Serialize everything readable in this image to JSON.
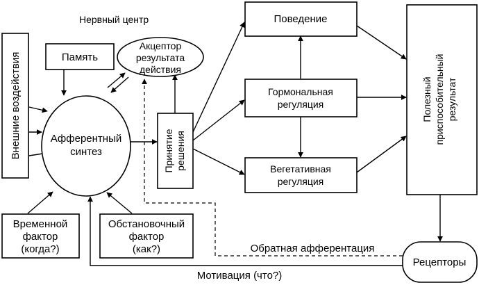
{
  "diagram": {
    "nerve_center": "Нервный центр",
    "external_influences": "Внешние воздействия",
    "memory": "Память",
    "acceptor": [
      "Акцептор",
      "результата",
      "действия"
    ],
    "afferent_synthesis": [
      "Афферентный",
      "синтез"
    ],
    "decision": [
      "Принятие",
      "решения"
    ],
    "behavior": "Поведение",
    "hormonal": [
      "Гормональная",
      "регуляция"
    ],
    "vegetative": [
      "Вегетативная",
      "регуляция"
    ],
    "result": [
      "Полезный",
      "приспособительный",
      "результат"
    ],
    "time_factor": [
      "Временной",
      "фактор",
      "(когда?)"
    ],
    "situational_factor": [
      "Обстановочный",
      "фактор",
      "(как?)"
    ],
    "feedback": "Обратная афферентация",
    "receptors": "Рецепторы",
    "motivation": "Мотивация (что?)"
  }
}
